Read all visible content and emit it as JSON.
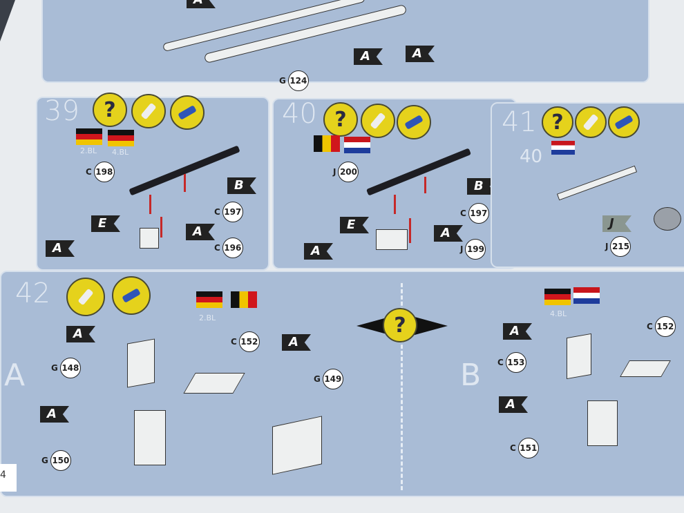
{
  "top": {
    "tags": [
      "A",
      "A",
      "A"
    ],
    "callout": {
      "letter": "G",
      "number": "124"
    }
  },
  "step39": {
    "number": "39",
    "icons": [
      "?",
      "glue",
      "paint"
    ],
    "flag_labels": [
      "2.BL",
      "4.BL"
    ],
    "tags": [
      "B",
      "E",
      "A",
      "A"
    ],
    "callouts": [
      {
        "letter": "C",
        "number": "198"
      },
      {
        "letter": "C",
        "number": "197"
      },
      {
        "letter": "C",
        "number": "196"
      }
    ]
  },
  "step40": {
    "number": "40",
    "icons": [
      "?",
      "glue",
      "paint"
    ],
    "tags": [
      "B",
      "E",
      "A",
      "A"
    ],
    "callouts": [
      {
        "letter": "J",
        "number": "200"
      },
      {
        "letter": "C",
        "number": "197"
      },
      {
        "letter": "J",
        "number": "199"
      }
    ]
  },
  "step41": {
    "number": "41",
    "ref": "40",
    "icons": [
      "?",
      "glue",
      "paint"
    ],
    "tags": [
      "J"
    ],
    "callouts": [
      {
        "letter": "J",
        "number": "215"
      }
    ]
  },
  "step42": {
    "number": "42",
    "icons": [
      "glue",
      "paint"
    ],
    "flag_label_a": "2.BL",
    "flag_label_b": "4.BL",
    "option_a": "A",
    "option_b": "B",
    "choice": "?",
    "tags_a": [
      "A",
      "A",
      "A"
    ],
    "callouts_a": [
      {
        "letter": "G",
        "number": "148"
      },
      {
        "letter": "C",
        "number": "152"
      },
      {
        "letter": "G",
        "number": "149"
      },
      {
        "letter": "G",
        "number": "150"
      }
    ],
    "tags_b": [
      "A",
      "A"
    ],
    "callouts_b": [
      {
        "letter": "C",
        "number": "152"
      },
      {
        "letter": "C",
        "number": "153"
      },
      {
        "letter": "C",
        "number": "151"
      }
    ]
  },
  "page_number": "4",
  "colors": {
    "panel": "#a9bcd6",
    "arrow": "#c62828",
    "icon": "#e5d21c"
  }
}
